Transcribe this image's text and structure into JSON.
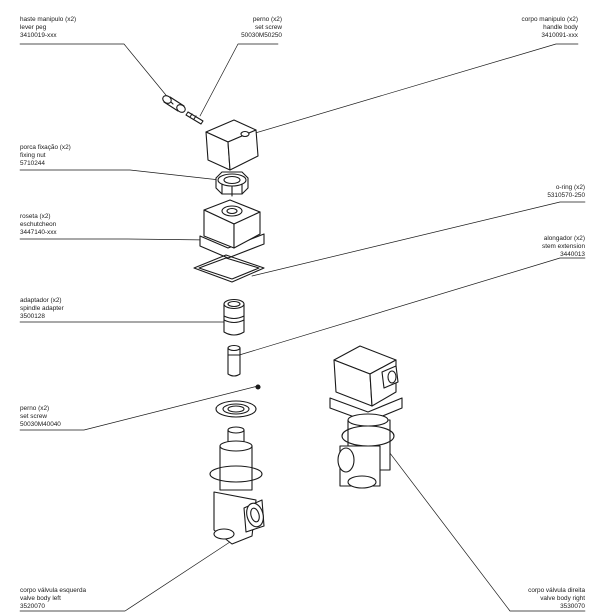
{
  "parts": [
    {
      "id": "lever-peg",
      "lines": [
        "haste manipulo (x2)",
        "lever peg",
        "3410019-xxx"
      ]
    },
    {
      "id": "set-screw-top",
      "lines": [
        "perno (x2)",
        "set screw",
        "50030M50250"
      ]
    },
    {
      "id": "handle-body",
      "lines": [
        "corpo manipulo (x2)",
        "handle body",
        "3410091-xxx"
      ]
    },
    {
      "id": "fixing-nut",
      "lines": [
        "porca fixação (x2)",
        "fixing nut",
        "5710244"
      ]
    },
    {
      "id": "o-ring",
      "lines": [
        "o-ring (x2)",
        "5310570-250"
      ]
    },
    {
      "id": "eschutcheon",
      "lines": [
        "roseta (x2)",
        "eschutcheon",
        "3447140-xxx"
      ]
    },
    {
      "id": "stem-extension",
      "lines": [
        "alongador (x2)",
        "stem extension",
        "3440013"
      ]
    },
    {
      "id": "spindle-adapter",
      "lines": [
        "adaptador (x2)",
        "spindle adapter",
        "3500128"
      ]
    },
    {
      "id": "set-screw-bottom",
      "lines": [
        "perno (x2)",
        "set screw",
        "50030M40040"
      ]
    },
    {
      "id": "valve-body-left",
      "lines": [
        "corpo válvula esquerda",
        "valve body left",
        "3520070"
      ]
    },
    {
      "id": "valve-body-right",
      "lines": [
        "corpo válvula direita",
        "valve body right",
        "3530070"
      ]
    }
  ]
}
